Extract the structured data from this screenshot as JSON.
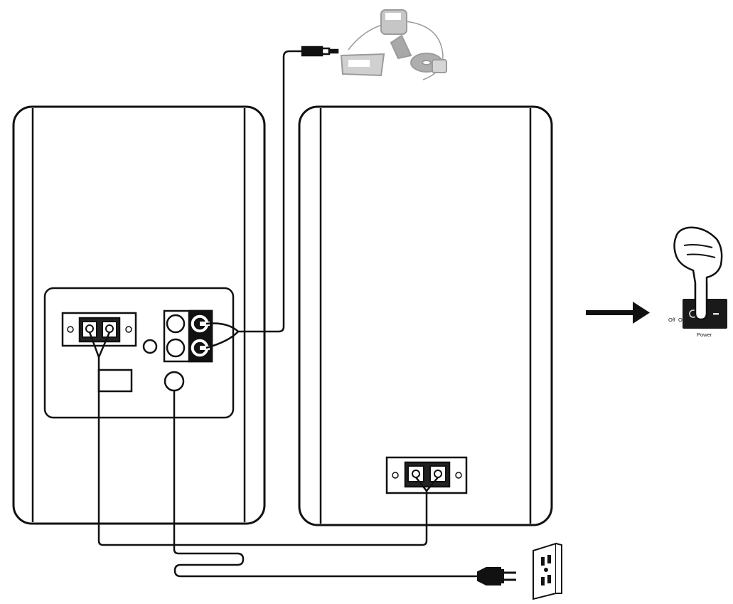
{
  "switch": {
    "off_label": "Off",
    "on_label": "On",
    "power_label": "Power"
  },
  "colors": {
    "line": "#111111",
    "source_devices": "#8a8a8a",
    "switch_panel": "#1a1a1a"
  },
  "icons": [
    "audio-source-devices-icon",
    "pointing-hand-icon",
    "right-arrow-icon",
    "power-plug-icon",
    "wall-outlet-icon"
  ]
}
